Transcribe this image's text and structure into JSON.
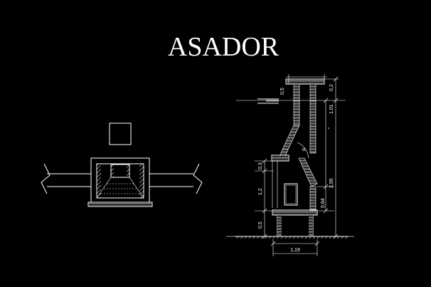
{
  "drawing": {
    "title": "ASADOR"
  },
  "dimensions": {
    "top_width": "0,5",
    "top_right": "0,2",
    "upper_height": "1,01",
    "total_height": "2,95",
    "firebox_height": "0,64",
    "left_upper": "0,3",
    "left_mid": "1,2",
    "left_base": "0,5",
    "base_width": "1,19"
  }
}
